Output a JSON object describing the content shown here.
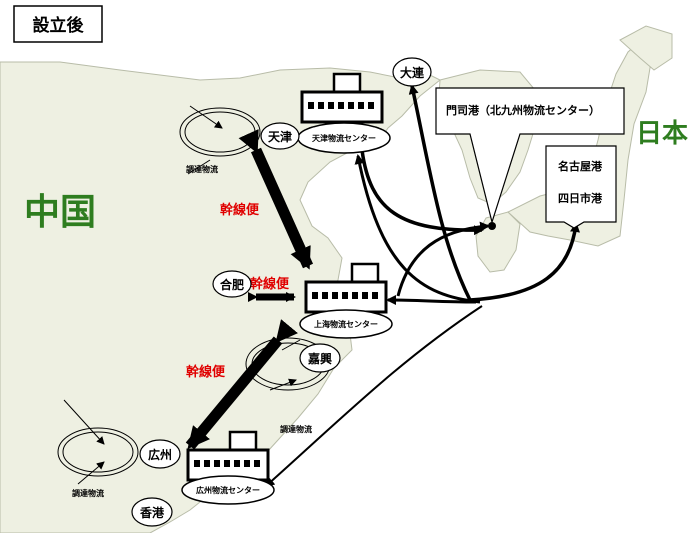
{
  "title": "設立後",
  "regions": {
    "china": "中国",
    "japan": "日本"
  },
  "centers": {
    "tianjin": "天津物流センター",
    "shanghai": "上海物流センター",
    "guangzhou": "広州物流センター"
  },
  "cities": {
    "dalian": "大連",
    "tianjin": "天津",
    "hefei": "合肥",
    "jiaxing": "嘉興",
    "guangzhou": "広州",
    "hongkong": "香港"
  },
  "japan_ports": {
    "moji": "門司港（北九州物流センター）",
    "nagoya": "名古屋港",
    "yokkaichi": "四日市港"
  },
  "labels": {
    "trunk_1": "幹線便",
    "trunk_2": "幹線便",
    "trunk_3": "幹線便",
    "procure_1": "調達物流",
    "procure_2": "調達物流",
    "procure_3": "調達物流"
  },
  "colors": {
    "land": "#eef0e2",
    "sea": "#ffffff",
    "trunk_text": "#e00000",
    "region_text": "#2e7d1f"
  }
}
